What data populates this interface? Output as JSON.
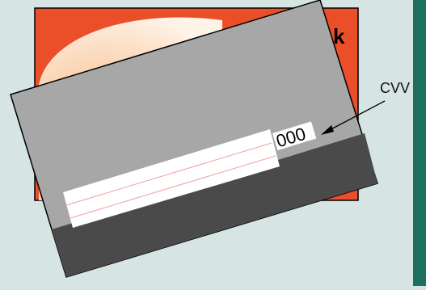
{
  "labels": {
    "cvv_pointer": "CVV",
    "cvv_value": "000",
    "front_card_partial_text": "k"
  },
  "colors": {
    "background": "#d6e4e4",
    "side_strip": "#1d6f5f",
    "front_card": "#ea4f2a",
    "front_card_swoosh": "#fbd8b0",
    "back_card": "#a7a7a7",
    "magnetic_strip": "#4a4a4a",
    "signature_panel": "#ffffff",
    "signature_lines": "#f0a0a0"
  }
}
